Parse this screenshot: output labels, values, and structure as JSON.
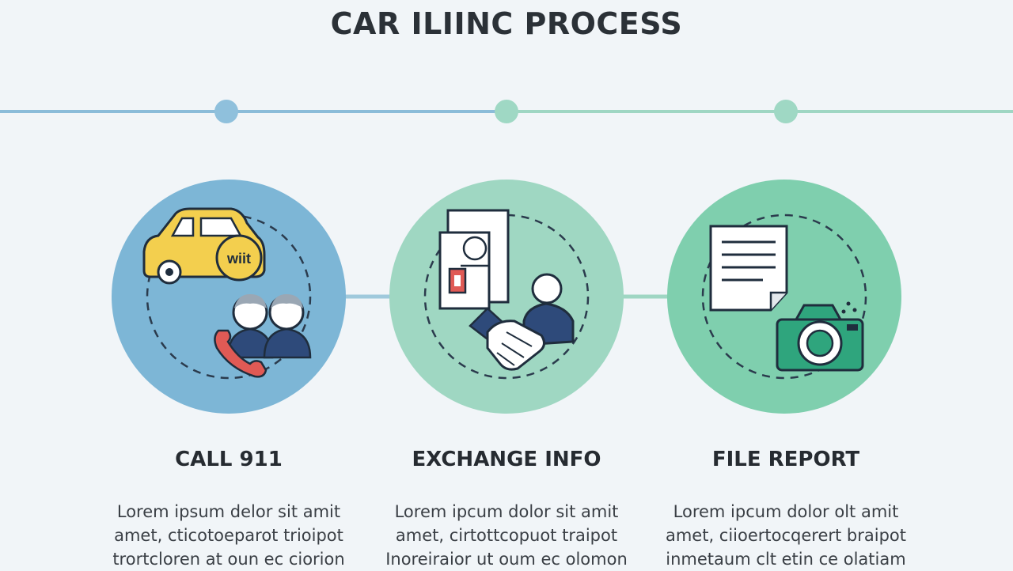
{
  "page": {
    "title": "CAR ILIINC PROCESS"
  },
  "steps": [
    {
      "title": "CALL 911",
      "desc": [
        "Lorem ipsum delor sit amit",
        "amet, cticotoeparot trioipot",
        "trortcloren at oun ec ciorion"
      ],
      "icons": [
        "car-icon",
        "badge-icon",
        "people-icon",
        "phone-icon"
      ],
      "badge_text": "wiit",
      "circle_color": "#7db6d6"
    },
    {
      "title": "EXCHANGE INFO",
      "desc": [
        "Lorem ipcum dolor sit amit",
        "amet, cirtottcopuot traipot",
        "Inoreiraior ut oum ec olomon"
      ],
      "icons": [
        "document-icon",
        "person-icon",
        "handshake-icon"
      ],
      "circle_color": "#9fd7c2"
    },
    {
      "title": "FILE REPORT",
      "desc": [
        "Lorem ipcum dolor olt amit",
        "amet, ciioertocqerert braipot",
        "inmetaum clt etin ce olatiam"
      ],
      "icons": [
        "report-document-icon",
        "camera-icon"
      ],
      "circle_color": "#7fcfae"
    }
  ],
  "colors": {
    "line_left": "#8bbcd9",
    "line_right": "#9fd6c3",
    "dot_blue": "#8fc0dc",
    "dot_green": "#9fd8c4",
    "car": "#f3cf4e",
    "navy": "#2e4a7a",
    "phone": "#e05a55",
    "camera": "#2fa57d"
  }
}
